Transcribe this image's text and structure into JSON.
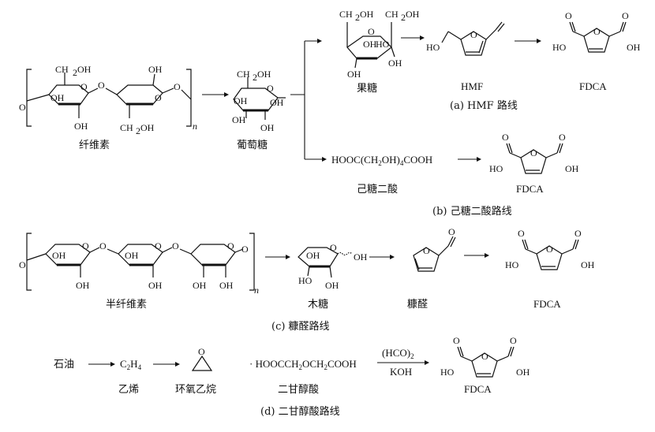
{
  "routes": {
    "a": {
      "fructose": "果糖",
      "hmf": "HMF",
      "fdca": "FDCA",
      "caption": "(a) HMF 路线",
      "atoms": {
        "ch2oh": "CH",
        "oh": "OH",
        "o": "O",
        "ho": "HO"
      }
    },
    "b": {
      "intermediate_formula": "HOOC(CH",
      "intermediate_name": "己糖二酸",
      "fdca": "FDCA",
      "caption": "(b) 己糖二酸路线"
    },
    "c": {
      "hemicellulose": "半纤维素",
      "xylose": "木糖",
      "furfural": "糠醛",
      "fdca": "FDCA",
      "caption": "(c) 糠醛路线"
    },
    "d": {
      "petroleum": "石油",
      "ethylene_formula": "C",
      "ethylene": "乙烯",
      "ethylene_oxide": "环氧乙烷",
      "dga_formula": "HOOCCH",
      "dga_name": "二甘醇酸",
      "reagent_top": "(HCO)",
      "reagent_bottom": "KOH",
      "fdca": "FDCA",
      "caption": "(d) 二甘醇酸路线"
    },
    "common": {
      "cellulose": "纤维素",
      "glucose": "葡萄糖",
      "n": "n"
    }
  }
}
